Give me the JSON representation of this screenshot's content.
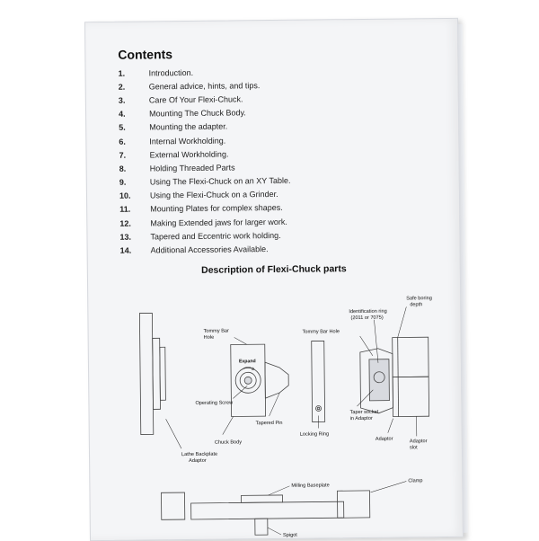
{
  "contents": {
    "title": "Contents",
    "items": [
      {
        "num": "1.",
        "text": "Introduction."
      },
      {
        "num": "2.",
        "text": "General advice, hints, and tips."
      },
      {
        "num": "3.",
        "text": "Care Of Your Flexi-Chuck."
      },
      {
        "num": "4.",
        "text": "Mounting The Chuck Body."
      },
      {
        "num": "5.",
        "text": "Mounting the adapter."
      },
      {
        "num": "6.",
        "text": "Internal Workholding."
      },
      {
        "num": "7.",
        "text": "External Workholding."
      },
      {
        "num": "8.",
        "text": "Holding Threaded Parts"
      },
      {
        "num": "9.",
        "text": "Using The Flexi-Chuck on an XY Table."
      },
      {
        "num": "10.",
        "text": "Using the Flexi-Chuck on a Grinder."
      },
      {
        "num": "11.",
        "text": "Mounting Plates for complex shapes."
      },
      {
        "num": "12.",
        "text": "Making Extended jaws for larger work."
      },
      {
        "num": "13.",
        "text": "Tapered and Eccentric work holding."
      },
      {
        "num": "14.",
        "text": "Additional Accessories Available."
      }
    ]
  },
  "parts": {
    "title": "Description of Flexi-Chuck parts",
    "labels": {
      "tommy_bar_hole_1": "Tommy Bar",
      "tommy_bar_hole_1b": "Hole",
      "expand": "Expand",
      "operating_screw": "Operating Screw",
      "chuck_body": "Chuck Body",
      "tapered_pin": "Tapered Pin",
      "lathe_backplate_1": "Lathe Backplate",
      "lathe_backplate_2": "Adaptor",
      "locking_ring": "Locking Ring",
      "tommy_bar_hole_2": "Tommy Bar Hole",
      "identification_ring_1": "Identification ring",
      "identification_ring_2": "(2011 or 7075)",
      "safe_boring_1": "Safe boring",
      "safe_boring_2": "depth",
      "taper_socket_1": "Taper socket",
      "taper_socket_2": "in Adaptor",
      "adaptor": "Adaptor",
      "adaptor_slot_1": "Adaptor",
      "adaptor_slot_2": "slot",
      "milling_baseplate": "Milling Baseplate",
      "clamp": "Clamp",
      "spigot": "Spigot"
    }
  }
}
